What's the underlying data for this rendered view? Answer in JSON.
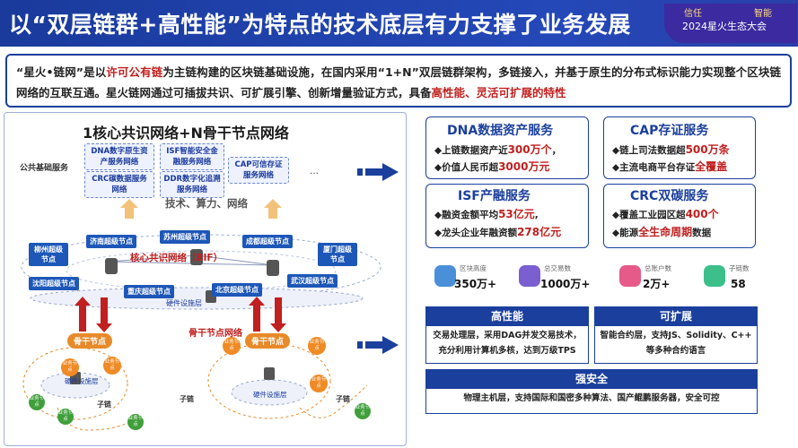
{
  "header": {
    "title": "以“双层链群+高性能”为特点的技术底层有力支撑了业务发展",
    "conference_tag1": "信任",
    "conference_tag2": "智能",
    "conference_name": "2024星火生态大会"
  },
  "intro": {
    "p1": "“星火•链网”是以",
    "p1_hl": "许可公有链",
    "p2": "为主链构建的区块链基础设施，在国内采用“1+N”双层链群架构，多链接入，并基于原生的分布式标识能力实现整个区块链网络的互联互通。星火链网通过可插拔共识、可扩展引擎、创新增量验证方式，具备",
    "p2_hl": "高性能、灵活可扩展的特性"
  },
  "diagram": {
    "title": "1核心共识网络+N骨干节点网络",
    "public_services_label": "公共基础服务",
    "services": [
      "DNA数字原生资产服务网络",
      "ISF智能安全金融服务网络",
      "CAP可信存证服务网络",
      "CRC碳数据服务网络",
      "DDR数字化追溯服务网络"
    ],
    "services_more": "…",
    "tech_label": "技术、算力、网络",
    "supernodes": [
      "济南超级节点",
      "苏州超级节点",
      "成都超级节点",
      "柳州超级节点",
      "厦门超级节点",
      "沈阳超级节点",
      "重庆超级节点",
      "北京超级节点",
      "武汉超级节点"
    ],
    "bif_label": "核心共识网络（BIF）",
    "hardware_label": "硬件设施层",
    "backbone_label": "骨干节点网络",
    "backbone_node": "骨干节点",
    "business_node": "业务节点",
    "subchain_label": "子链"
  },
  "cards": {
    "dna": {
      "title": "DNA数据资产服务",
      "l1": "上链数据资产近",
      "l1_hl": "300万个",
      "l1_end": "，",
      "l2": "价值人民币超",
      "l2_hl": "3000万元"
    },
    "cap": {
      "title": "CAP存证服务",
      "l1": "链上司法数据超",
      "l1_hl": "500万条",
      "l2": "主流电商平台存证",
      "l2_hl": "全覆盖"
    },
    "isf": {
      "title": "ISF产融服务",
      "l1": "融资金额平均",
      "l1_hl": "53亿元",
      "l1_end": ",",
      "l2": "龙头企业年融资额",
      "l2_hl": "278亿元"
    },
    "crc": {
      "title": "CRC双碳服务",
      "l1": "覆盖工业园区超",
      "l1_hl": "400个",
      "l2": "能源",
      "l2_hl": "全生命周期",
      "l2_end": "数据"
    }
  },
  "stats": [
    {
      "label": "区块高度",
      "value": "350万+",
      "color": "#4a90d9",
      "icon": "block-icon"
    },
    {
      "label": "总交易数",
      "value": "1000万+",
      "color": "#7b5fd1",
      "icon": "transaction-icon"
    },
    {
      "label": "总账户数",
      "value": "2万+",
      "color": "#e65a8a",
      "icon": "account-icon"
    },
    {
      "label": "子链数",
      "value": "58",
      "color": "#3cbf8a",
      "icon": "subchain-icon"
    }
  ],
  "features": {
    "perf": {
      "title": "高性能",
      "l1": "交易处理层，采用DAG并发交易技术，",
      "l2": "充分利用计算机多核，达到万级TPS"
    },
    "ext": {
      "title": "可扩展",
      "l1": "智能合约层，支持JS、Solidity、C++",
      "l2": "等多种合约语言"
    },
    "sec": {
      "title": "强安全",
      "l1": "物理主机层，支持国际和国密多种算法、国产鲲鹏服务器，安全可控"
    }
  },
  "colors": {
    "navy": "#1b3f9d",
    "red": "#c0201f",
    "orange": "#e88a2a",
    "green": "#3f9f3a"
  }
}
